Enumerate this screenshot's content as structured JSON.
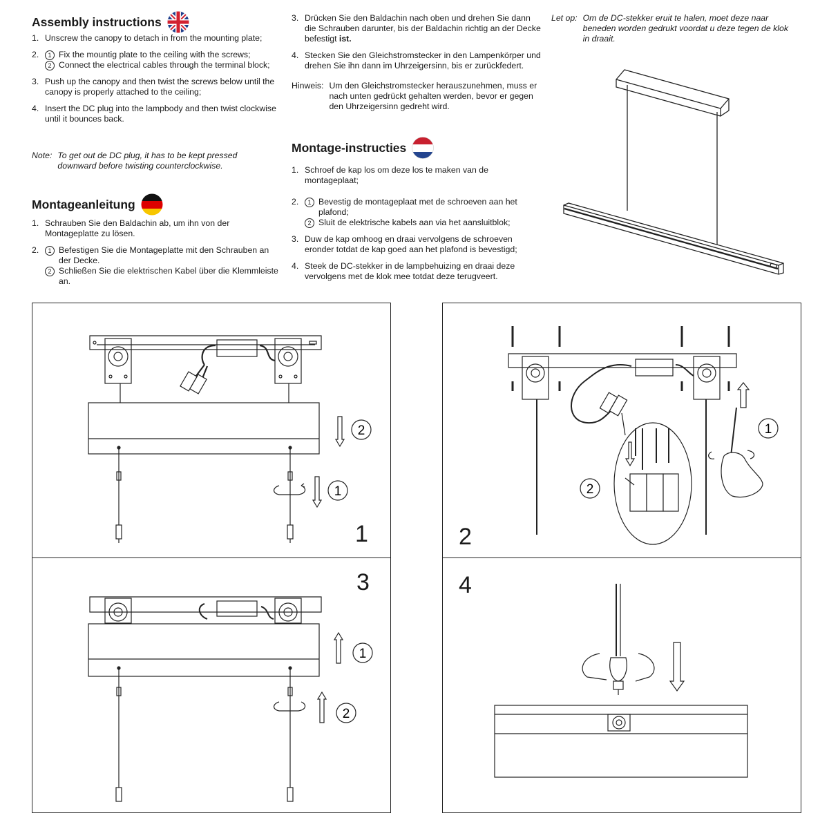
{
  "english": {
    "title": "Assembly instructions",
    "steps": [
      {
        "num": "1.",
        "text": "Unscrew the canopy to detach in from the mounting plate;"
      },
      {
        "num": "2.",
        "subs": [
          {
            "mark": "1",
            "text": "Fix the mountig plate to the ceiling with the screws;"
          },
          {
            "mark": "2",
            "text": "Connect the electrical cables through the terminal block;"
          }
        ]
      },
      {
        "num": "3.",
        "text": "Push up the canopy and then twist the screws below until the canopy is properly attached to the ceiling;"
      },
      {
        "num": "4.",
        "text": "Insert the DC plug into the lampbody and then twist clockwise until it bounces back."
      }
    ],
    "note_label": "Note:",
    "note_text": "To get out de DC plug, it has to be kept pressed downward before twisting counterclockwise."
  },
  "german": {
    "title": "Montageanleitung",
    "steps": [
      {
        "num": "1.",
        "text": "Schrauben Sie den Baldachin ab, um ihn von der Montageplatte zu lösen."
      },
      {
        "num": "2.",
        "subs": [
          {
            "mark": "1",
            "text": "Befestigen Sie die Montageplatte mit den Schrauben an der Decke."
          },
          {
            "mark": "2",
            "text": "Schließen Sie die elektrischen Kabel über die Klemmleiste an."
          }
        ]
      },
      {
        "num": "3.",
        "text": "Drücken Sie den Baldachin nach oben und drehen Sie dann die Schrauben darunter, bis der Baldachin richtig an der Decke befestigt",
        "bold_tail": "ist."
      },
      {
        "num": "4.",
        "text": "Stecken Sie den Gleichstromstecker in den Lampenkörper und drehen Sie ihn dann im Uhrzeigersinn, bis er zurückfedert."
      }
    ],
    "note_label": "Hinweis:",
    "note_text": "Um den Gleichstromstecker herauszunehmen, muss er nach unten gedrückt gehalten werden, bevor er gegen den Uhrzeigersinn gedreht wird."
  },
  "dutch": {
    "title": "Montage-instructies",
    "steps": [
      {
        "num": "1.",
        "text": "Schroef de kap los om deze los te maken van de montageplaat;"
      },
      {
        "num": "2.",
        "subs": [
          {
            "mark": "1",
            "text": "Bevestig de montageplaat met de schroeven aan het plafond;"
          },
          {
            "mark": "2",
            "text": "Sluit de elektrische kabels aan via het aansluitblok;"
          }
        ]
      },
      {
        "num": "3.",
        "text": "Duw de kap omhoog en draai vervolgens de schroeven eronder totdat de kap goed aan het plafond is bevestigd;"
      },
      {
        "num": "4.",
        "text": "Steek de DC-stekker in de lampbehuizing en draai deze vervolgens met de klok mee totdat deze terugveert."
      }
    ],
    "note_label": "Let op:",
    "note_text": "Om de DC-stekker eruit te halen, moet deze naar beneden worden gedrukt voordat u deze tegen de klok in draait."
  },
  "panels": {
    "p1": {
      "number": "1",
      "arrow1": "1",
      "arrow2": "2"
    },
    "p2": {
      "number": "2",
      "arrow1": "1",
      "arrow2": "2"
    },
    "p3": {
      "number": "3",
      "arrow1": "1",
      "arrow2": "2"
    },
    "p4": {
      "number": "4"
    }
  },
  "icons": {
    "uk_flag": "uk-flag-icon",
    "de_flag": "germany-flag-icon",
    "nl_flag": "netherlands-flag-icon"
  }
}
